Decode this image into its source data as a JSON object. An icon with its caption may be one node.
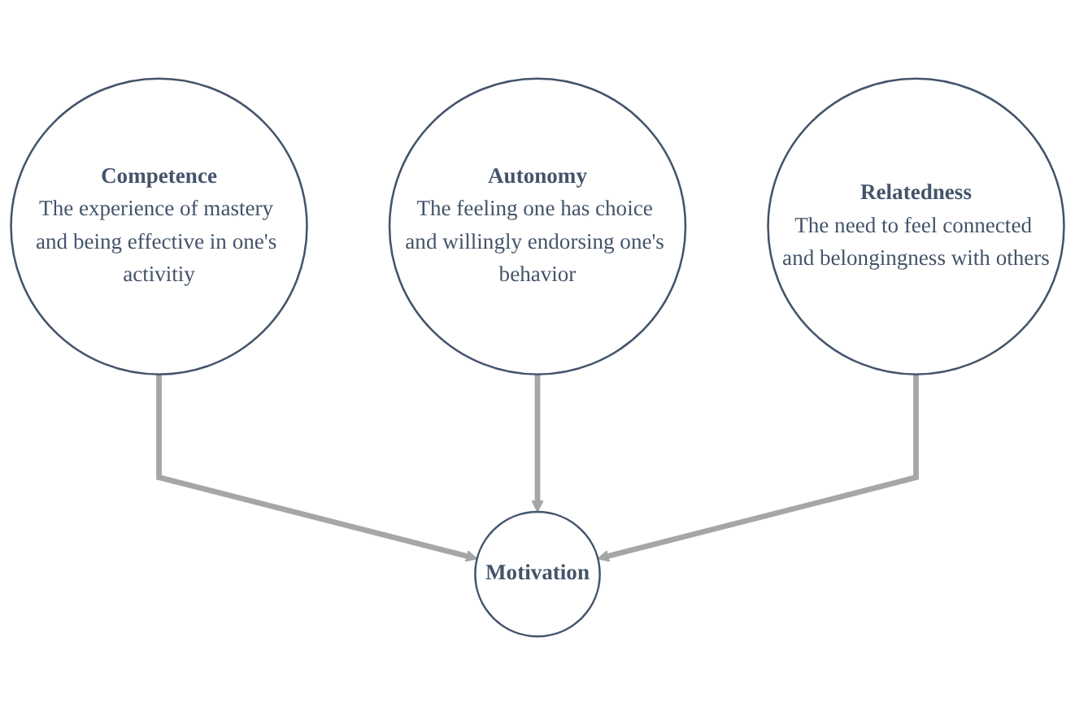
{
  "diagram": {
    "nodes": [
      {
        "text": [
          "Competence",
          "The experience of mastery and being effective in one's activitiy"
        ]
      },
      {
        "text": [
          "Autonomy",
          "The feeling one has choice and willingly endorsing one's behavior"
        ]
      },
      {
        "text": [
          "Relatedness",
          "The need to feel connected and belongingness with others"
        ]
      },
      {
        "text": [
          "Motivation"
        ]
      }
    ],
    "edges": [
      {
        "from": 0,
        "to": 3,
        "arrow": "to"
      },
      {
        "from": 1,
        "to": 3,
        "arrow": "to"
      },
      {
        "from": 2,
        "to": 3,
        "arrow": "to"
      }
    ]
  }
}
